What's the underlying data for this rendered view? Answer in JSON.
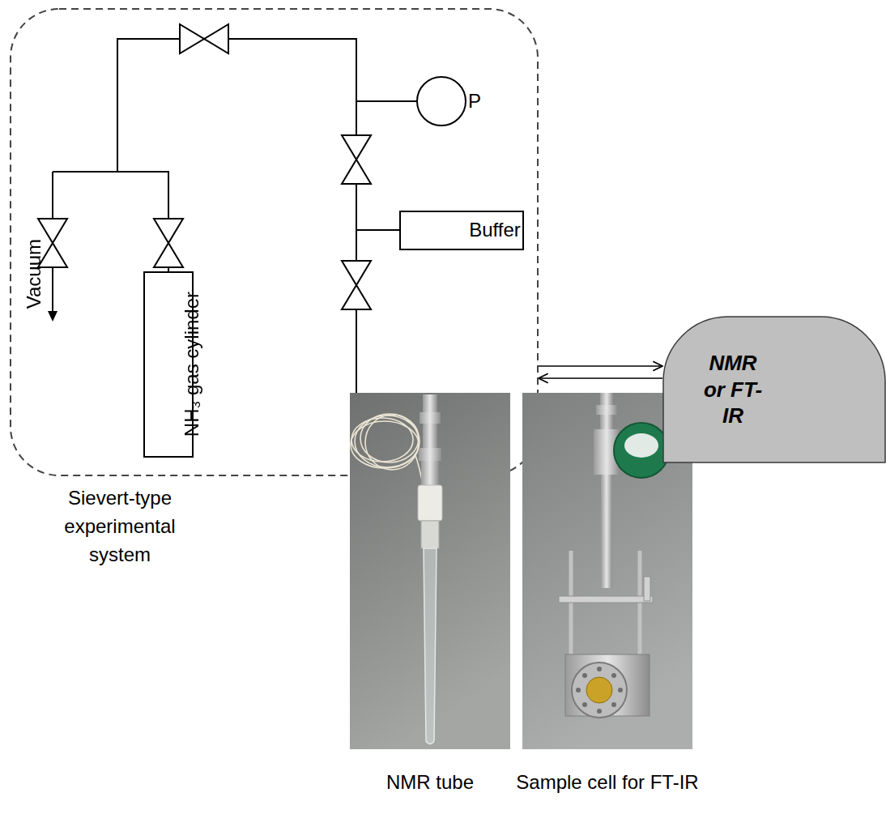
{
  "diagram": {
    "nodes": [
      {
        "text": [
          "Sievert-type experimental system"
        ]
      },
      {
        "text": [
          "P"
        ],
        "in": 0
      },
      {
        "text": [
          "Buffer"
        ],
        "in": 0
      },
      {
        "text": [
          "NH₃ gas cylinder"
        ],
        "in": 0
      },
      {
        "text": [
          "NMR or FT-IR"
        ]
      }
    ],
    "edges": [
      {
        "from": 0,
        "to": 4,
        "arrow": "to"
      },
      {
        "from": 4,
        "to": 0,
        "arrow": "to"
      },
      {
        "from": 3,
        "to": 1,
        "arrow": "none"
      },
      {
        "from": 1,
        "to": 2,
        "arrow": "none"
      }
    ],
    "labels": [
      "Vacuum",
      "NMR tube",
      "Sample cell for FT-IR"
    ]
  }
}
